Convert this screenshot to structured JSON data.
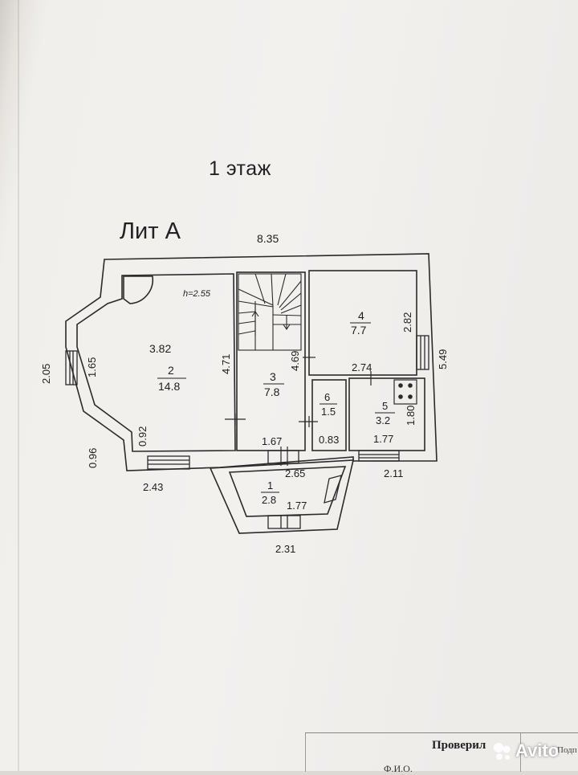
{
  "plan": {
    "floor_title": "1 этаж",
    "building_label": "Лит А",
    "ceiling_height": "h=2.55",
    "rooms": [
      {
        "number": "2",
        "area": "14.8"
      },
      {
        "number": "3",
        "area": "7.8"
      },
      {
        "number": "4",
        "area": "7.7"
      },
      {
        "number": "6",
        "area": "1.5"
      },
      {
        "number": "5",
        "area": "3.2"
      },
      {
        "number": "1",
        "area": "2.8"
      }
    ],
    "dimensions": {
      "top_width": "8.35",
      "room2_width": "3.82",
      "room2_side": "1.65",
      "room2_height": "4.71",
      "bay_corner": "0.92",
      "left_total": "2.05",
      "left_lower": "0.96",
      "bottom_left": "2.43",
      "stair_height": "4.69",
      "stair_bottom": "1.67",
      "room4_height": "2.82",
      "right_total": "5.49",
      "room5_top": "2.74",
      "room5_side": "1.80",
      "room6_bottom": "0.83",
      "room5_bottom": "1.77",
      "porch_top": "2.65",
      "porch_bottom_inner": "1.77",
      "porch_bottom": "2.31",
      "bottom_right": "2.11"
    }
  },
  "footer": {
    "checked_label": "Проверил",
    "fio_label": "Ф.И.О.",
    "sign_label": "Подп",
    "watermark": "Avito"
  }
}
